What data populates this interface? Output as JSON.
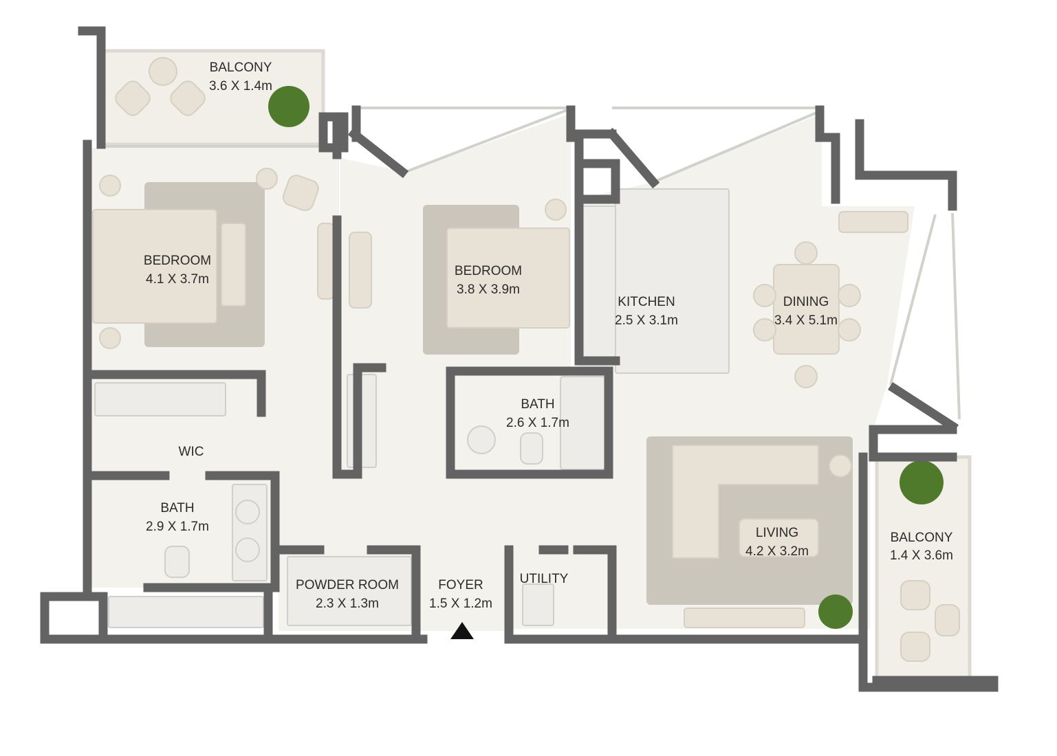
{
  "plan": {
    "rooms": {
      "balcony_top": {
        "name": "BALCONY",
        "size": "3.6 X 1.4m"
      },
      "bedroom_master": {
        "name": "BEDROOM",
        "size": "4.1 X 3.7m"
      },
      "bedroom_second": {
        "name": "BEDROOM",
        "size": "3.8 X 3.9m"
      },
      "kitchen": {
        "name": "KITCHEN",
        "size": "2.5 X 3.1m"
      },
      "dining": {
        "name": "DINING",
        "size": "3.4 X 5.1m"
      },
      "bath_second": {
        "name": "BATH",
        "size": "2.6 X 1.7m"
      },
      "wic": {
        "name": "WIC"
      },
      "bath_master": {
        "name": "BATH",
        "size": "2.9 X 1.7m"
      },
      "living": {
        "name": "LIVING",
        "size": "4.2 X 3.2m"
      },
      "balcony_side": {
        "name": "BALCONY",
        "size": "1.4 X 3.6m"
      },
      "powder_room": {
        "name": "POWDER ROOM",
        "size": "2.3 X 1.3m"
      },
      "foyer": {
        "name": "FOYER",
        "size": "1.5 X 1.2m"
      },
      "utility": {
        "name": "UTILITY"
      }
    },
    "entrance_marker": "triangle-up",
    "colors": {
      "wall": "#636363",
      "floor": "#f4f2ec",
      "rug": "#cbc6bb",
      "plant": "#4f7a2c"
    }
  }
}
